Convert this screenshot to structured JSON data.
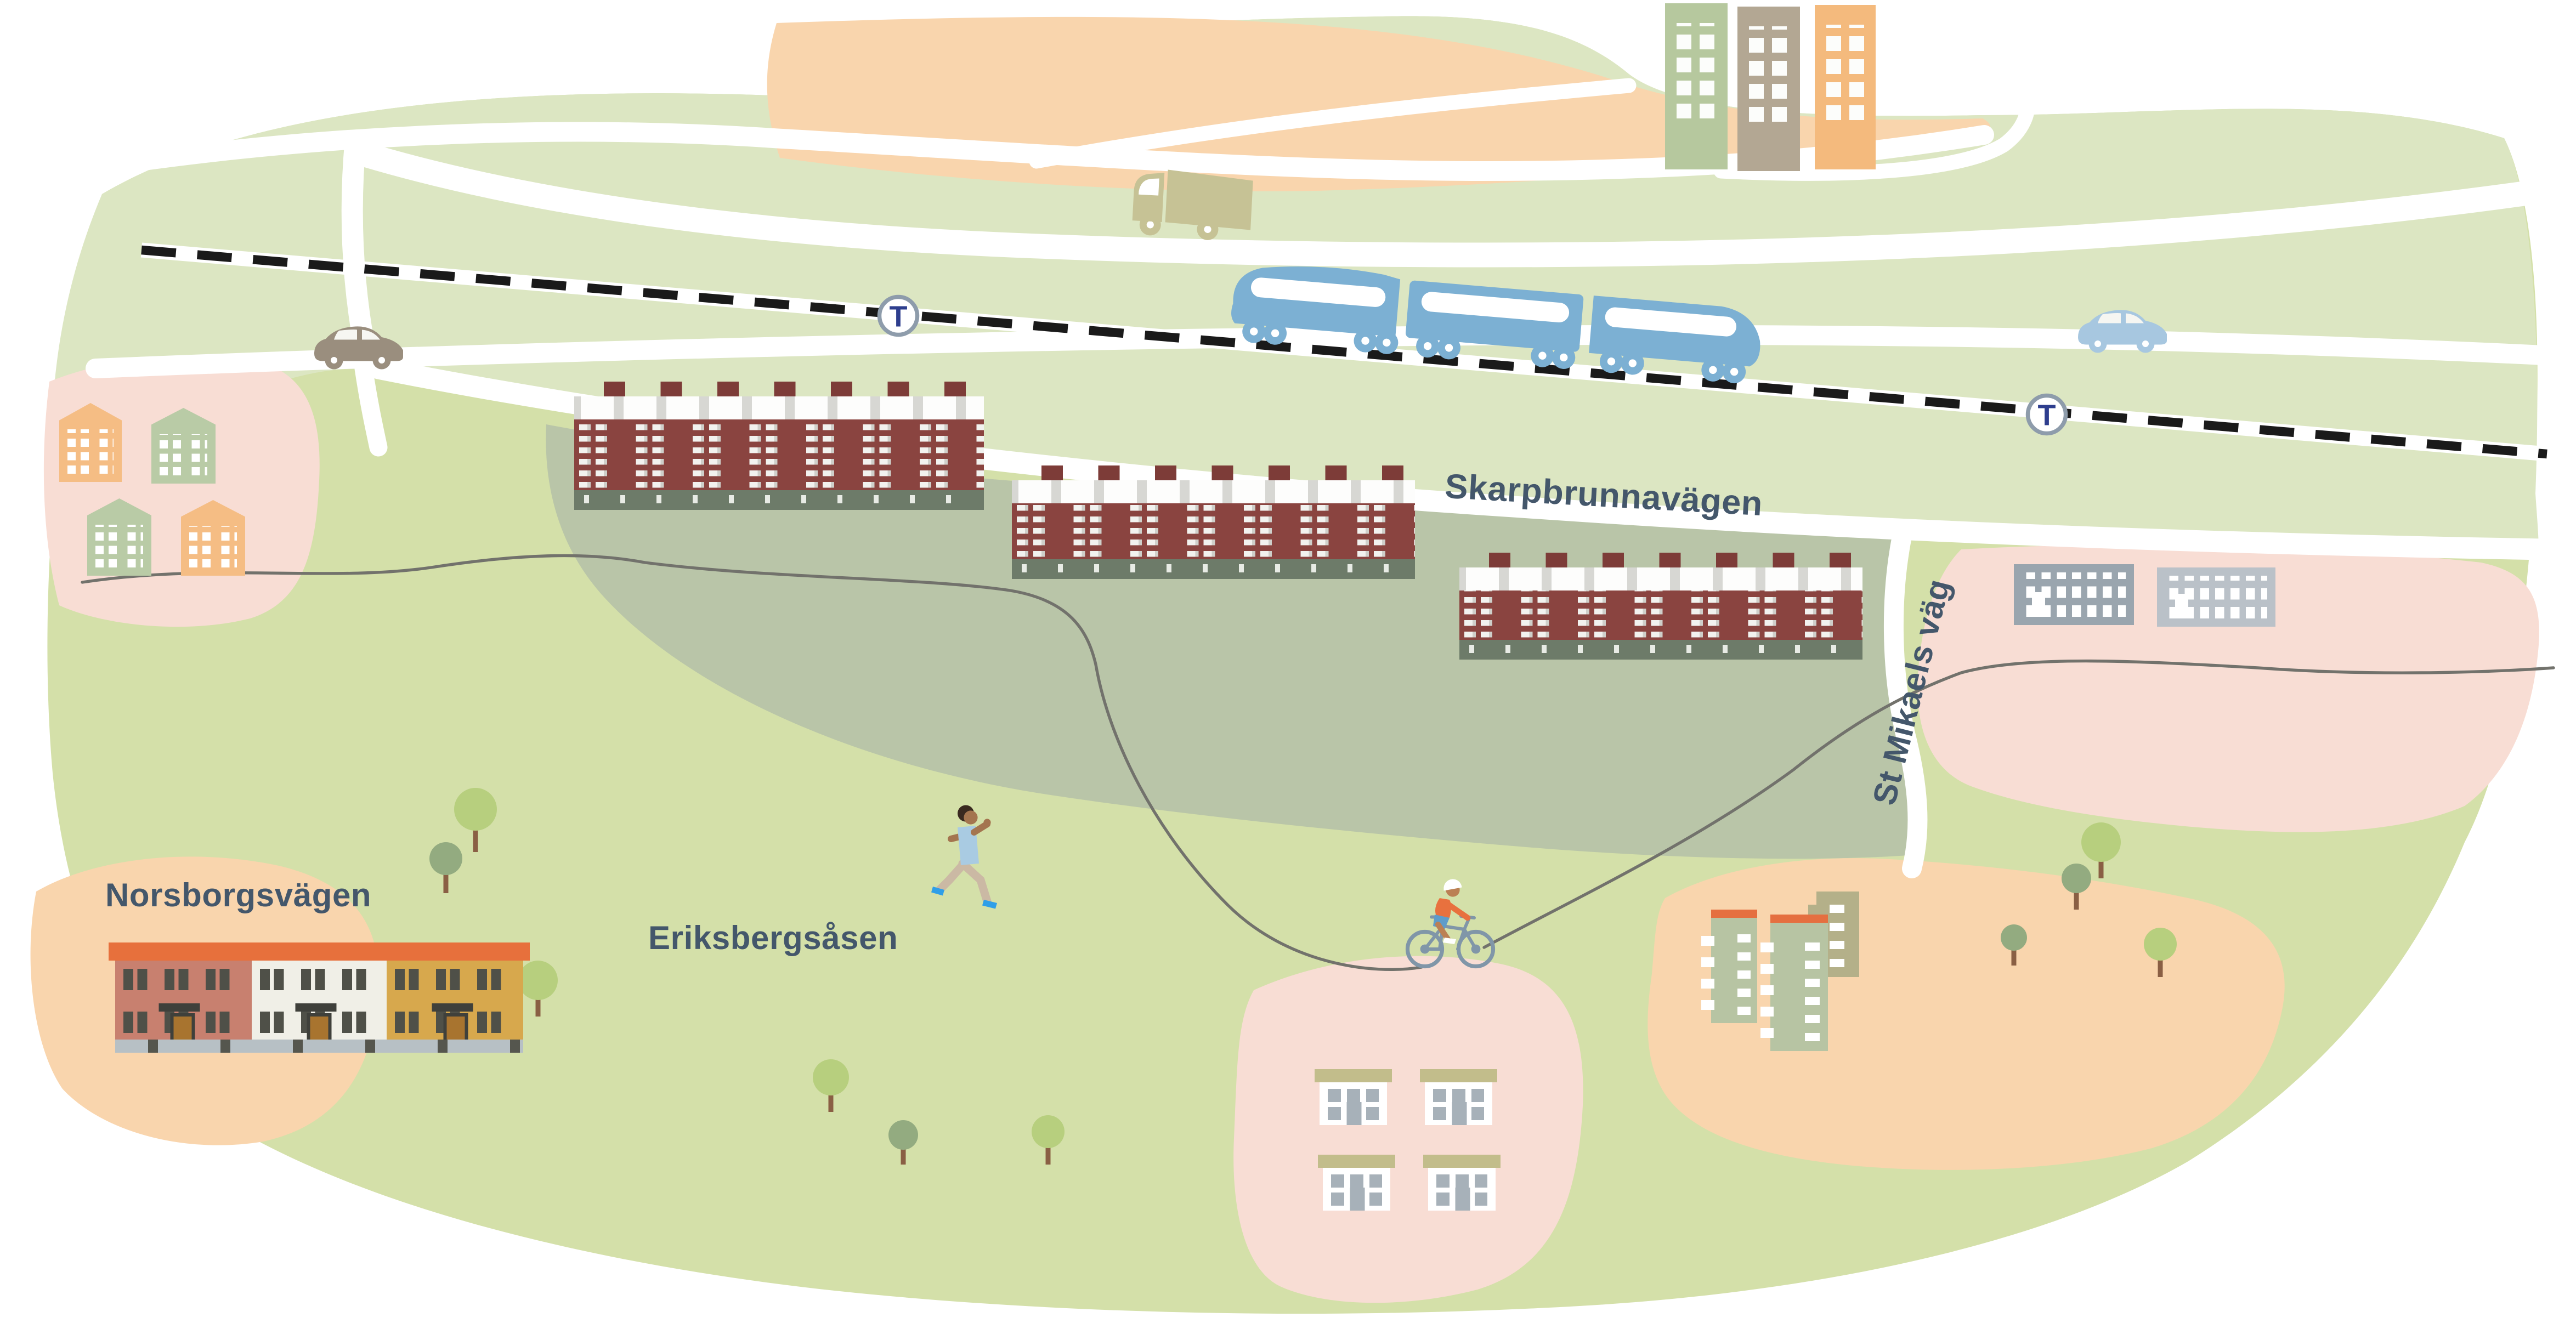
{
  "map": {
    "region_labels": {
      "skarpbrunnavagen": "Skarpbrunnavägen",
      "st_mikaels_vag": "St Mikaels väg",
      "norsborgsvagen": "Norsborgsvägen",
      "eriksbergsasen": "Eriksbergsåsen"
    },
    "metro_symbol": "T",
    "metro_station_count": 2,
    "palette": {
      "park_green": "#d4e0a9",
      "light_green": "#dce6c2",
      "hill_green": "#b9c5a8",
      "peach": "#f9d5ad",
      "pink": "#f8ddd4",
      "road_white": "#ffffff",
      "rail_black": "#1a1a1a",
      "label_blue": "#44576b",
      "metro_blue": "#2e3e8e",
      "train_blue": "#7cb0d3",
      "brick_red": "#8a4440",
      "roof_orange": "#e7703c"
    }
  }
}
